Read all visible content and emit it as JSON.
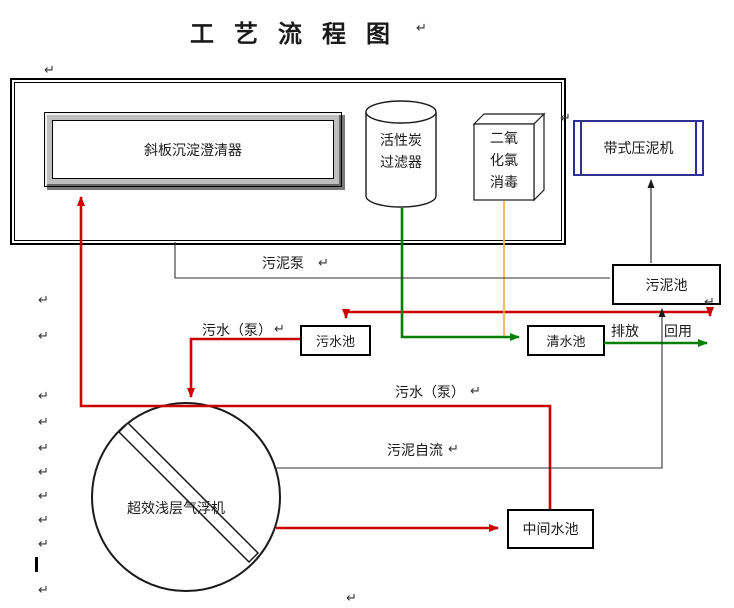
{
  "title": "工 艺 流 程 图",
  "nodes": {
    "clarifier": {
      "label": "斜板沉淀澄清器"
    },
    "carbon_filter": {
      "line1": "活性炭",
      "line2": "过滤器"
    },
    "disinfection": {
      "line1": "二氧",
      "line2": "化氯",
      "line3": "消毒"
    },
    "belt_press": {
      "label": "带式压泥机"
    },
    "sludge_tank": {
      "label": "污泥池"
    },
    "wastewater_tank": {
      "label": "污水池"
    },
    "clean_water_tank": {
      "label": "清水池"
    },
    "intermediate_tank": {
      "label": "中间水池"
    },
    "air_flotation": {
      "label": "超效浅层气浮机"
    }
  },
  "flow_labels": {
    "sludge_pump": "污泥泵",
    "wastewater_pump_upper": "污水（泵）",
    "discharge": "排放",
    "reuse": "回用",
    "wastewater_pump_lower": "污水（泵）",
    "sludge_gravity_flow": "污泥自流"
  },
  "marks": {
    "return_mark": "↵"
  },
  "colors": {
    "process_water_line": "#cc0000",
    "clean_water_line": "#008000",
    "dosing_line": "#f2b24d",
    "sludge_line": "#333333",
    "belt_press_border": "#2e3192"
  }
}
